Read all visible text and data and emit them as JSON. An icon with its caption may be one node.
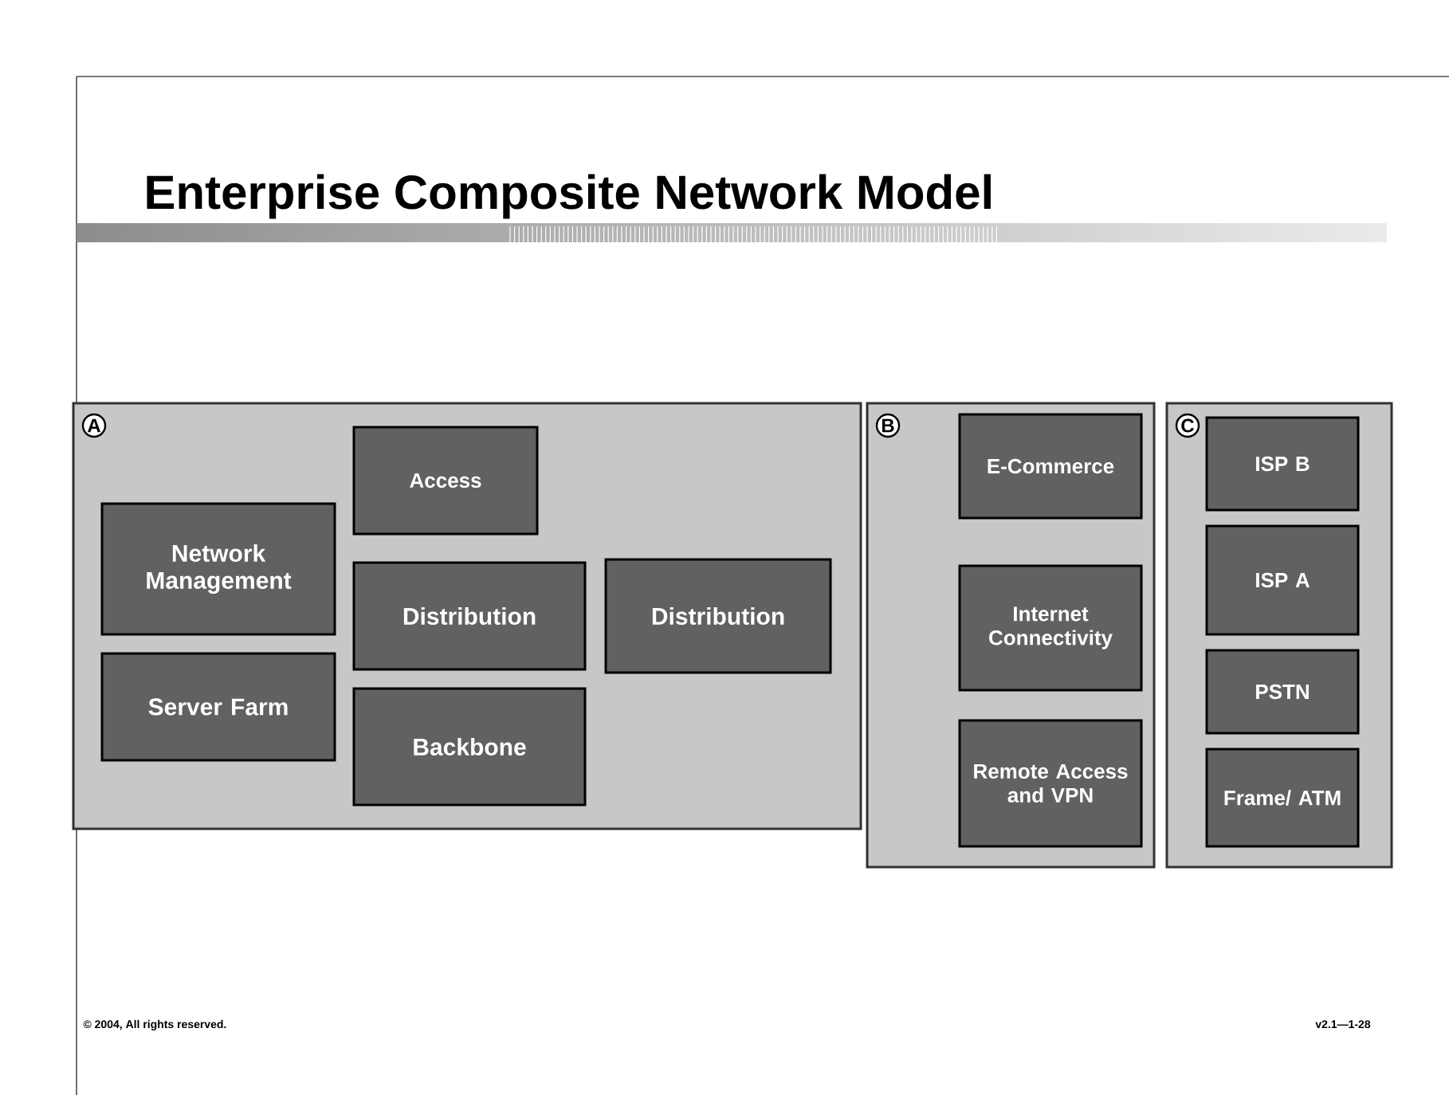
{
  "diagram": {
    "title": "Enterprise Composite Network Model",
    "nodes": [
      {
        "text": [
          "A"
        ]
      },
      {
        "text": [
          "Access"
        ],
        "in": 0
      },
      {
        "text": [
          "Network Management"
        ],
        "in": 0
      },
      {
        "text": [
          "Distribution"
        ],
        "in": 0
      },
      {
        "text": [
          "Distribution"
        ],
        "in": 0
      },
      {
        "text": [
          "Server Farm"
        ],
        "in": 0
      },
      {
        "text": [
          "Backbone"
        ],
        "in": 0
      },
      {
        "text": [
          "B"
        ]
      },
      {
        "text": [
          "E-Commerce"
        ],
        "in": 7
      },
      {
        "text": [
          "Internet Connectivity"
        ],
        "in": 7
      },
      {
        "text": [
          "Remote Access and VPN"
        ],
        "in": 7
      },
      {
        "text": [
          "C"
        ]
      },
      {
        "text": [
          "ISP B"
        ],
        "in": 11
      },
      {
        "text": [
          "ISP A"
        ],
        "in": 11
      },
      {
        "text": [
          "PSTN"
        ],
        "in": 11
      },
      {
        "text": [
          "Frame/ ATM"
        ],
        "in": 11
      }
    ],
    "labels": [
      "© 2004, All rights reserved.",
      "v2.1—1-28"
    ]
  }
}
